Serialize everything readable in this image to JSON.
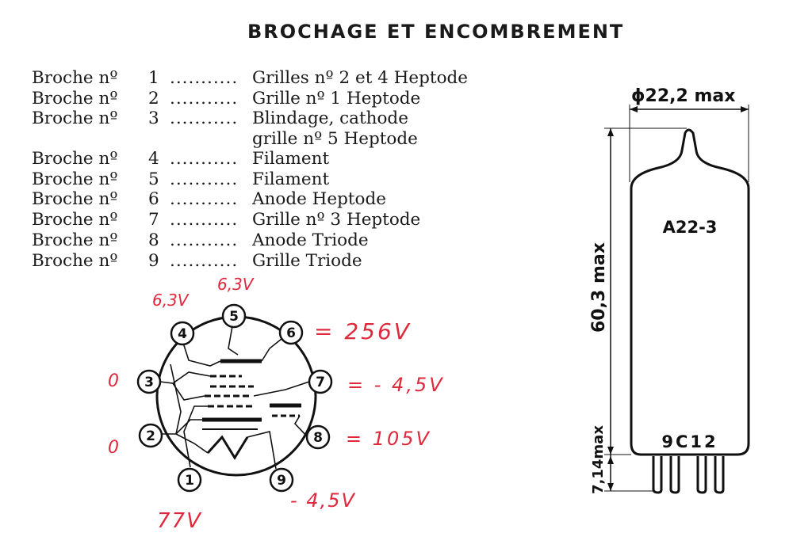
{
  "title": "BROCHAGE ET ENCOMBREMENT",
  "pins": [
    {
      "label": "Broche nº",
      "num": "1",
      "dots": "...........",
      "fn": "Grilles nº 2 et 4 Heptode"
    },
    {
      "label": "Broche nº",
      "num": "2",
      "dots": "...........",
      "fn": "Grille nº 1 Heptode"
    },
    {
      "label": "Broche nº",
      "num": "3",
      "dots": "...........",
      "fn": "Blindage, cathode",
      "fn2": "grille nº 5 Heptode"
    },
    {
      "label": "Broche nº",
      "num": "4",
      "dots": "...........",
      "fn": "Filament"
    },
    {
      "label": "Broche nº",
      "num": "5",
      "dots": "...........",
      "fn": "Filament"
    },
    {
      "label": "Broche nº",
      "num": "6",
      "dots": "...........",
      "fn": "Anode Heptode"
    },
    {
      "label": "Broche nº",
      "num": "7",
      "dots": "...........",
      "fn": "Grille nº 3 Heptode"
    },
    {
      "label": "Broche nº",
      "num": "8",
      "dots": "...........",
      "fn": "Anode Triode"
    },
    {
      "label": "Broche nº",
      "num": "9",
      "dots": "...........",
      "fn": "Grille Triode"
    }
  ],
  "pin_numbers": [
    "1",
    "2",
    "3",
    "4",
    "5",
    "6",
    "7",
    "8",
    "9"
  ],
  "voltages": {
    "pin4": "6,3V",
    "pin5": "6,3V",
    "pin6": "= 256V",
    "pin3": "0",
    "pin7": "= - 4,5V",
    "pin2": "0",
    "pin8": "= 105V",
    "pin1": "77V",
    "pin9": "- 4,5V"
  },
  "tube": {
    "diameter": "ϕ22,2 max",
    "height": "60,3 max",
    "pin_length": "7,14max",
    "name": "A22-3",
    "type": "9C12"
  },
  "colors": {
    "ink": "#111111",
    "handwriting": "#e0283c"
  }
}
